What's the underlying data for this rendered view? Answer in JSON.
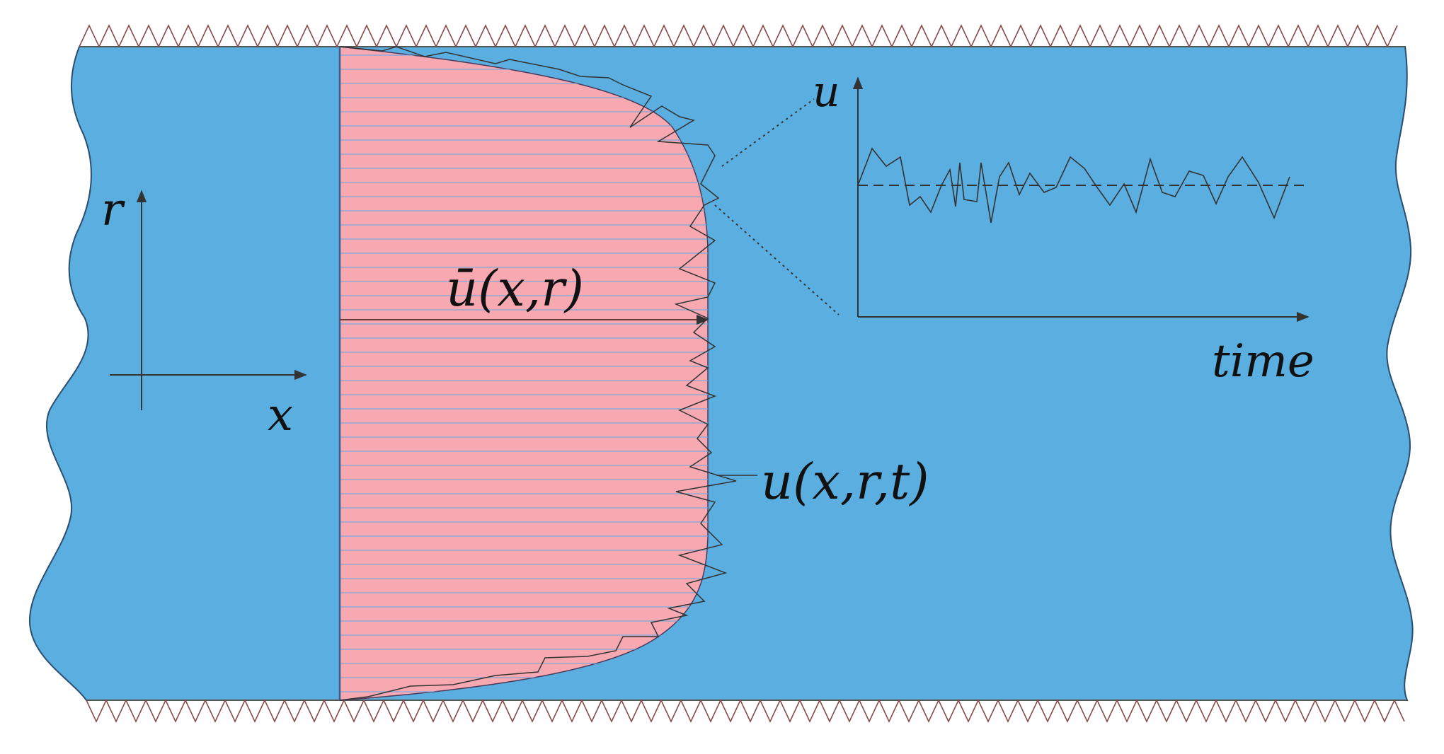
{
  "labels": {
    "r_axis": "r",
    "x_axis": "x",
    "mean_velocity": "ū(x,r)",
    "instantaneous_velocity": "u(x,r,t)",
    "inset_y_axis": "u",
    "inset_x_axis": "time"
  },
  "colors": {
    "fluid": "#5aaee0",
    "profile_fill": "#f7a8b1",
    "hatch_lines": "#7fa8d8",
    "wall_hatch": "#8a4a4a",
    "ink": "#222222"
  },
  "icons": {
    "wall_top": "zigzag-hatch",
    "wall_bottom": "zigzag-hatch",
    "arrowheads": "open-arrow"
  }
}
